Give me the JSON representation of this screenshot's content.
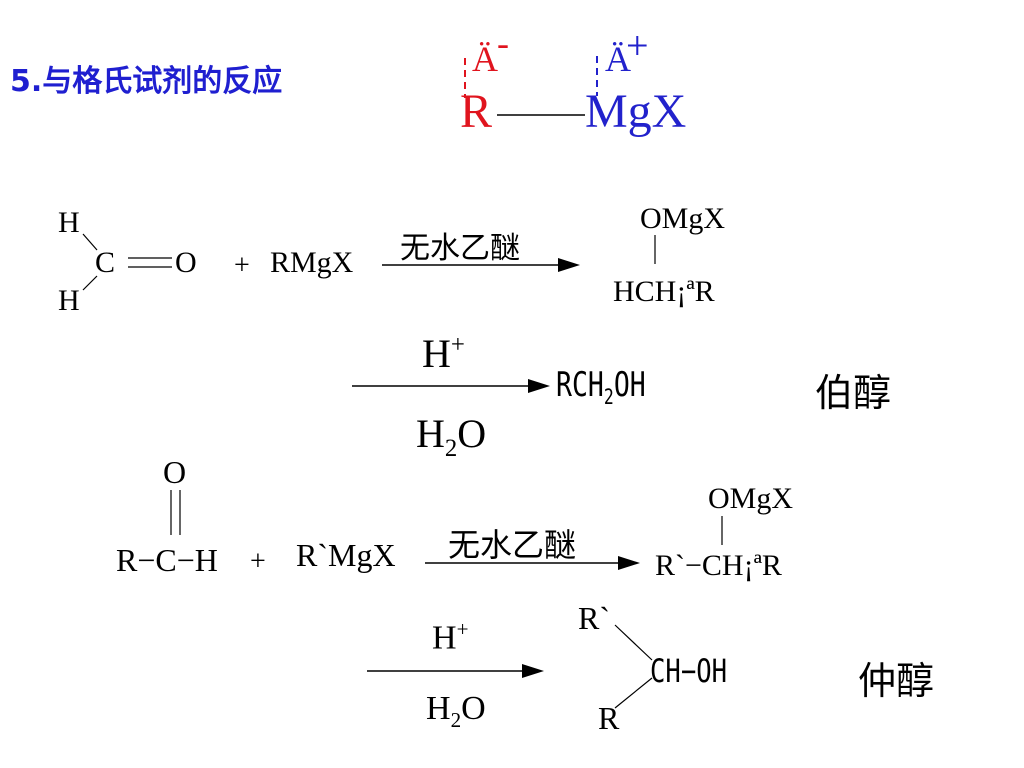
{
  "title": "5.与格氏试剂的反应",
  "polarity": {
    "r_symbol": "R",
    "mg_symbol": "MgX",
    "r_partial": "Ä",
    "mg_partial": "Ä",
    "minus_sign": "-",
    "plus_sign": "+",
    "colors": {
      "r": "#e0141e",
      "mg": "#2222cc"
    }
  },
  "reaction1": {
    "h_top": "H",
    "carbon": "C",
    "oxygen": "O",
    "h_bottom": "H",
    "plus": "+",
    "reagent": "RMgX",
    "condition": "无水乙醚",
    "product_top": "OMgX",
    "product_main": "HCH¡ªR"
  },
  "step1": {
    "acid_h": "H",
    "acid_plus": "+",
    "water_h": "H",
    "water_2": "2",
    "water_o": "O",
    "product_prefix": "RCH",
    "product_sub": "2",
    "product_suffix": "OH",
    "label": "伯醇"
  },
  "reaction2": {
    "oxygen": "O",
    "chain": "R−C−H",
    "plus": "+",
    "reagent": "R`MgX",
    "condition": "无水乙醚",
    "product_top": "OMgX",
    "product_main": "R`−CH¡ªR"
  },
  "step2": {
    "acid_h": "H",
    "acid_plus": "+",
    "water_h": "H",
    "water_2": "2",
    "water_o": "O",
    "r_top": "R`",
    "center": "CH−OH",
    "r_bottom": "R",
    "label": "仲醇"
  }
}
